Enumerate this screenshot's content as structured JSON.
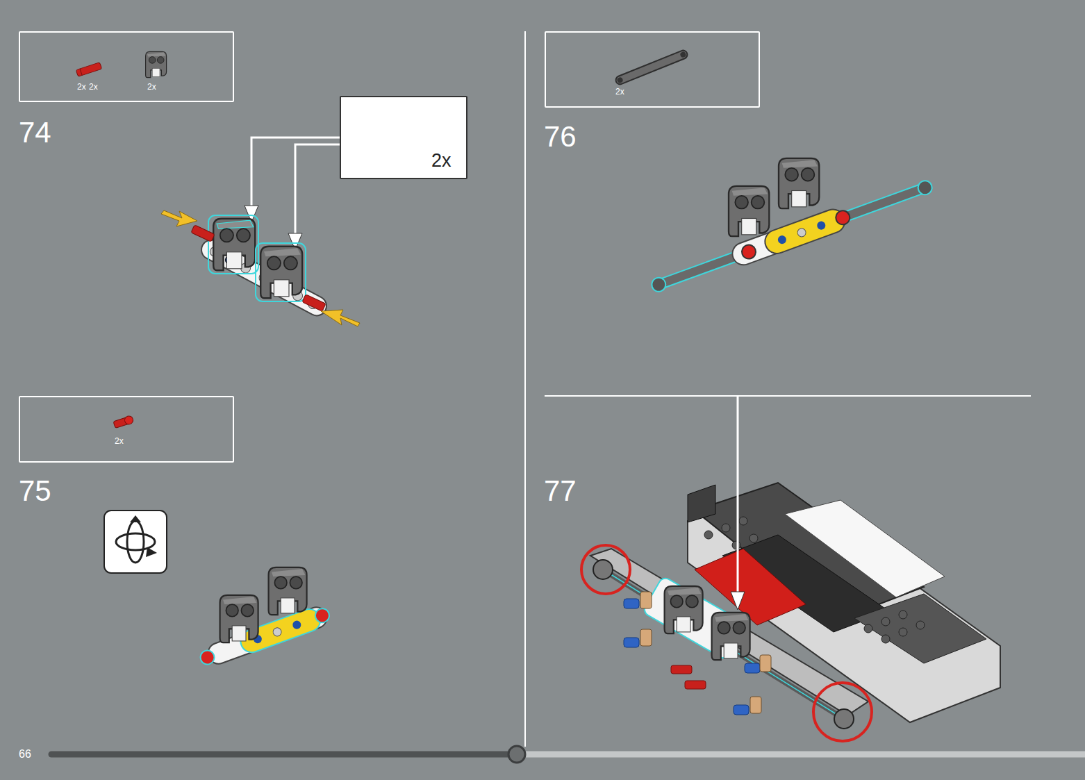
{
  "diagram": {
    "nodes": [
      {
        "text": [
          "2x",
          "2x",
          "2x"
        ]
      },
      {
        "text": [
          "2x"
        ]
      },
      {
        "text": [
          "2x"
        ]
      },
      {
        "text": [
          "2x"
        ]
      }
    ],
    "labels": [
      "74",
      "75",
      "76",
      "77",
      "66"
    ]
  }
}
